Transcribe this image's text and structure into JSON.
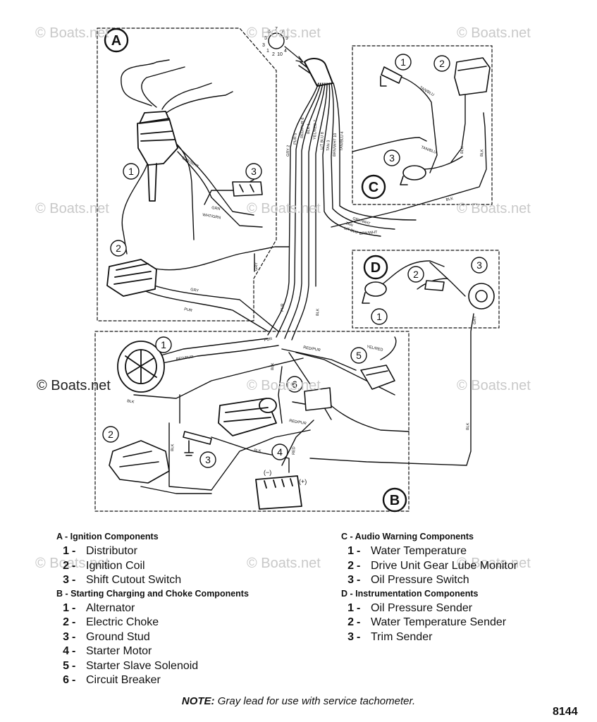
{
  "watermark": "© Boats.net",
  "diagram": {
    "section_letters": {
      "a": "A",
      "b": "B",
      "c": "C",
      "d": "D"
    },
    "callouts": {
      "a1": "1",
      "a2": "2",
      "a3": "3",
      "b1": "1",
      "b2": "2",
      "b3": "3",
      "b4": "4",
      "b5": "5",
      "b6": "6",
      "c1": "1",
      "c2": "2",
      "c3": "3",
      "d1": "1",
      "d2": "2",
      "d3": "3"
    },
    "connector_pins": [
      "7",
      "6",
      "8",
      "5",
      "9",
      "3",
      "1",
      "2",
      "10",
      "4"
    ],
    "battery": {
      "minus": "(−)",
      "plus": "(+)"
    },
    "harness_labels": [
      "GRY 2",
      "PUR 5",
      "RED/PUR 6",
      "BLK 1",
      "YEL/RED 7",
      "LIT BLU 8",
      "TAN 3",
      "BRN/WHT 10",
      "TAN/BLU 4"
    ],
    "wire_labels": [
      "TAN/BLU",
      "TAN/BLU",
      "BLK",
      "BLK",
      "BLK",
      "GRY/WHT",
      "TAN",
      "LIT BLU",
      "BRN/WHT",
      "GRY",
      "GRY",
      "PUR",
      "PUR",
      "BLK",
      "RED/PUR",
      "YEL/RED",
      "RED/PUR",
      "BLK",
      "RED",
      "BLK",
      "BLK",
      "BLK",
      "GRY",
      "PUR",
      "RED/PUR",
      "GRN",
      "WHT/GRN",
      "GRY/WHT",
      "BLK"
    ]
  },
  "legend_left": {
    "section_a": {
      "title": "A - Ignition Components",
      "items": [
        {
          "num": "1",
          "label": "Distributor"
        },
        {
          "num": "2",
          "label": "Ignition Coil"
        },
        {
          "num": "3",
          "label": "Shift Cutout Switch"
        }
      ]
    },
    "section_b": {
      "title": "B - Starting Charging and Choke Components",
      "items": [
        {
          "num": "1",
          "label": "Alternator"
        },
        {
          "num": "2",
          "label": "Electric Choke"
        },
        {
          "num": "3",
          "label": "Ground Stud"
        },
        {
          "num": "4",
          "label": "Starter Motor"
        },
        {
          "num": "5",
          "label": "Starter Slave Solenoid"
        },
        {
          "num": "6",
          "label": "Circuit Breaker"
        }
      ]
    }
  },
  "legend_right": {
    "section_c": {
      "title": "C - Audio Warning Components",
      "items": [
        {
          "num": "1",
          "label": "Water Temperature"
        },
        {
          "num": "2",
          "label": "Drive Unit Gear Lube Monitor"
        },
        {
          "num": "3",
          "label": "Oil Pressure Switch"
        }
      ]
    },
    "section_d": {
      "title": "D - Instrumentation Components",
      "items": [
        {
          "num": "1",
          "label": "Oil Pressure Sender"
        },
        {
          "num": "2",
          "label": "Water Temperature Sender"
        },
        {
          "num": "3",
          "label": "Trim Sender"
        }
      ]
    }
  },
  "note": {
    "prefix": "NOTE:",
    "text": " Gray lead for use with service tachometer."
  },
  "figure_number": "8144"
}
